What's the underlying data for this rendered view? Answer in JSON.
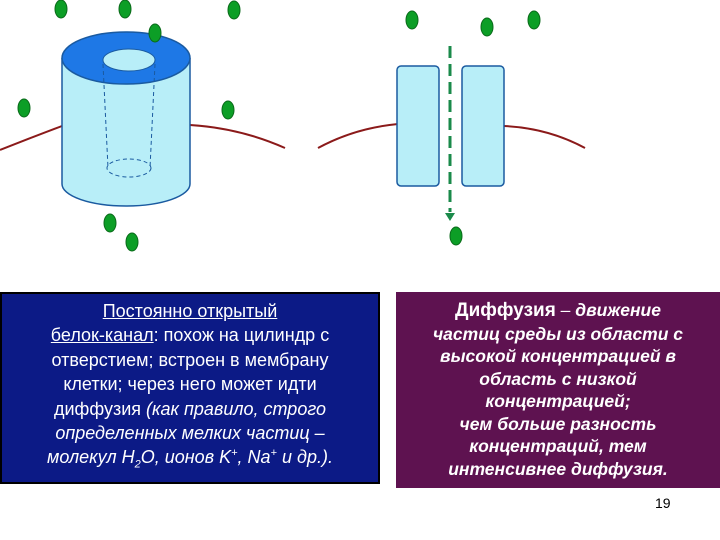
{
  "left_box": {
    "title_line1": "Постоянно открытый",
    "title_line2": "белок-канал",
    "colon": ":",
    "text_line2_rest": " похож на цилиндр с",
    "line3": "отверстием; встроен в мембрану",
    "line4": "клетки; через него может идти",
    "line5_regular": "диффузия ",
    "line5_italic": "(как правило, строго",
    "line6": "определенных мелких частиц –",
    "line7_part1": "молекул H",
    "line7_sub": "2",
    "line7_part2": "O, ионов K",
    "line7_sup1": "+",
    "line7_part3": ", Na",
    "line7_sup2": "+",
    "line7_part4": " и др.)."
  },
  "right_box": {
    "title": "Диффузия",
    "dash_text": " – ",
    "line1_rest": "движение",
    "line2": "частиц среды из области с",
    "line3": "высокой концентрацией в",
    "line4": "область с  низкой",
    "line5": "концентрацией;",
    "line6": "чем больше разность",
    "line7": "концентраций, тем",
    "line8": "интенсивнее диффузия."
  },
  "page_number": "19",
  "colors": {
    "left_box_bg": "#0c1a86",
    "right_box_bg": "#5e1250",
    "channel_fill": "#b8eef8",
    "channel_top": "#1e78e6",
    "molecule": "#0c9e26",
    "membrane": "#8b1a1a",
    "arrow": "#1a8a4a"
  }
}
